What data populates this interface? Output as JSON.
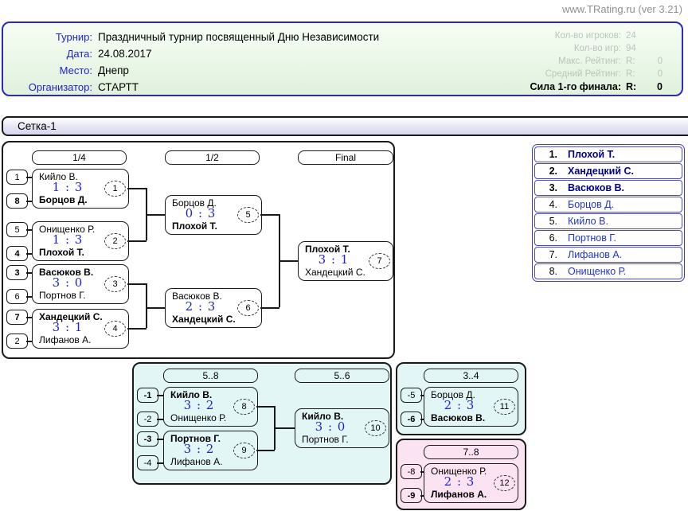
{
  "credit": "www.TRating.ru (ver 3.21)",
  "info": {
    "rows": [
      {
        "label": "Турнир:",
        "value": "Праздничный турнир посвященный Дню Независимости"
      },
      {
        "label": "Дата:",
        "value": "24.08.2017"
      },
      {
        "label": "Место:",
        "value": "Днепр"
      },
      {
        "label": "Организатор:",
        "value": "СТАРТТ"
      }
    ],
    "stats": [
      {
        "label": "Кол-во игроков:",
        "v1": "24",
        "v2": ""
      },
      {
        "label": "Кол-во игр:",
        "v1": "94",
        "v2": ""
      },
      {
        "label": "Макс. Рейтинг:",
        "v1": "R:",
        "v2": "0"
      },
      {
        "label": "Средний Рейтинг:",
        "v1": "R:",
        "v2": "0"
      },
      {
        "label": "Сила 1-го финала:",
        "v1": "R:",
        "v2": "0"
      }
    ]
  },
  "section_title": "Сетка-1",
  "bracket": {
    "rounds": [
      "1/4",
      "1/2",
      "Final"
    ],
    "m1": {
      "num": "1",
      "st": "1",
      "sb": "8",
      "top": "Кийло В.",
      "bottom": "Борцов Д.",
      "score": "1 : 3"
    },
    "m2": {
      "num": "2",
      "st": "5",
      "sb": "4",
      "top": "Онищенко Р.",
      "bottom": "Плохой Т.",
      "score": "1 : 3"
    },
    "m3": {
      "num": "3",
      "st": "3",
      "sb": "6",
      "top": "Васюков В.",
      "bottom": "Портнов Г.",
      "score": "3 : 0"
    },
    "m4": {
      "num": "4",
      "st": "7",
      "sb": "2",
      "top": "Хандецкий С.",
      "bottom": "Лифанов А.",
      "score": "3 : 1"
    },
    "m5": {
      "num": "5",
      "top": "Борцов Д.",
      "bottom": "Плохой Т.",
      "score": "0 : 3"
    },
    "m6": {
      "num": "6",
      "top": "Васюков В.",
      "bottom": "Хандецкий С.",
      "score": "2 : 3"
    },
    "m7": {
      "num": "7",
      "top": "Плохой Т.",
      "bottom": "Хандецкий С.",
      "score": "3 : 1"
    }
  },
  "consolation": {
    "rounds": {
      "r58": "5..8",
      "r56": "5..6",
      "r34": "3..4",
      "r78": "7..8"
    },
    "m8": {
      "num": "8",
      "st": "-1",
      "sb": "-2",
      "top": "Кийло В.",
      "bottom": "Онищенко Р.",
      "score": "3 : 2"
    },
    "m9": {
      "num": "9",
      "st": "-3",
      "sb": "-4",
      "top": "Портнов Г.",
      "bottom": "Лифанов А.",
      "score": "3 : 2"
    },
    "m10": {
      "num": "10",
      "top": "Кийло В.",
      "bottom": "Портнов Г.",
      "score": "3 : 0"
    },
    "m11": {
      "num": "11",
      "st": "-5",
      "sb": "-6",
      "top": "Борцов Д.",
      "bottom": "Васюков В.",
      "score": "2 : 3"
    },
    "m12": {
      "num": "12",
      "st": "-8",
      "sb": "-9",
      "top": "Онищенко Р.",
      "bottom": "Лифанов А.",
      "score": "2 : 3"
    }
  },
  "standings": {
    "rows": [
      {
        "rank": "1.",
        "name": "Плохой Т."
      },
      {
        "rank": "2.",
        "name": "Хандецкий С."
      },
      {
        "rank": "3.",
        "name": "Васюков В."
      },
      {
        "rank": "4.",
        "name": "Борцов Д."
      },
      {
        "rank": "5.",
        "name": "Кийло В."
      },
      {
        "rank": "6.",
        "name": "Портнов Г."
      },
      {
        "rank": "7.",
        "name": "Лифанов А."
      },
      {
        "rank": "8.",
        "name": "Онищенко Р."
      }
    ]
  },
  "colors": {
    "accent_border_blue": "#2a2ac0",
    "score_blue": "#2222cc",
    "cyan_panel": "#e3f6f6",
    "pink_panel": "#fbe3f1",
    "info_panel_green": "#e9f6e6",
    "muted_gray_green": "#b9c6b9"
  }
}
